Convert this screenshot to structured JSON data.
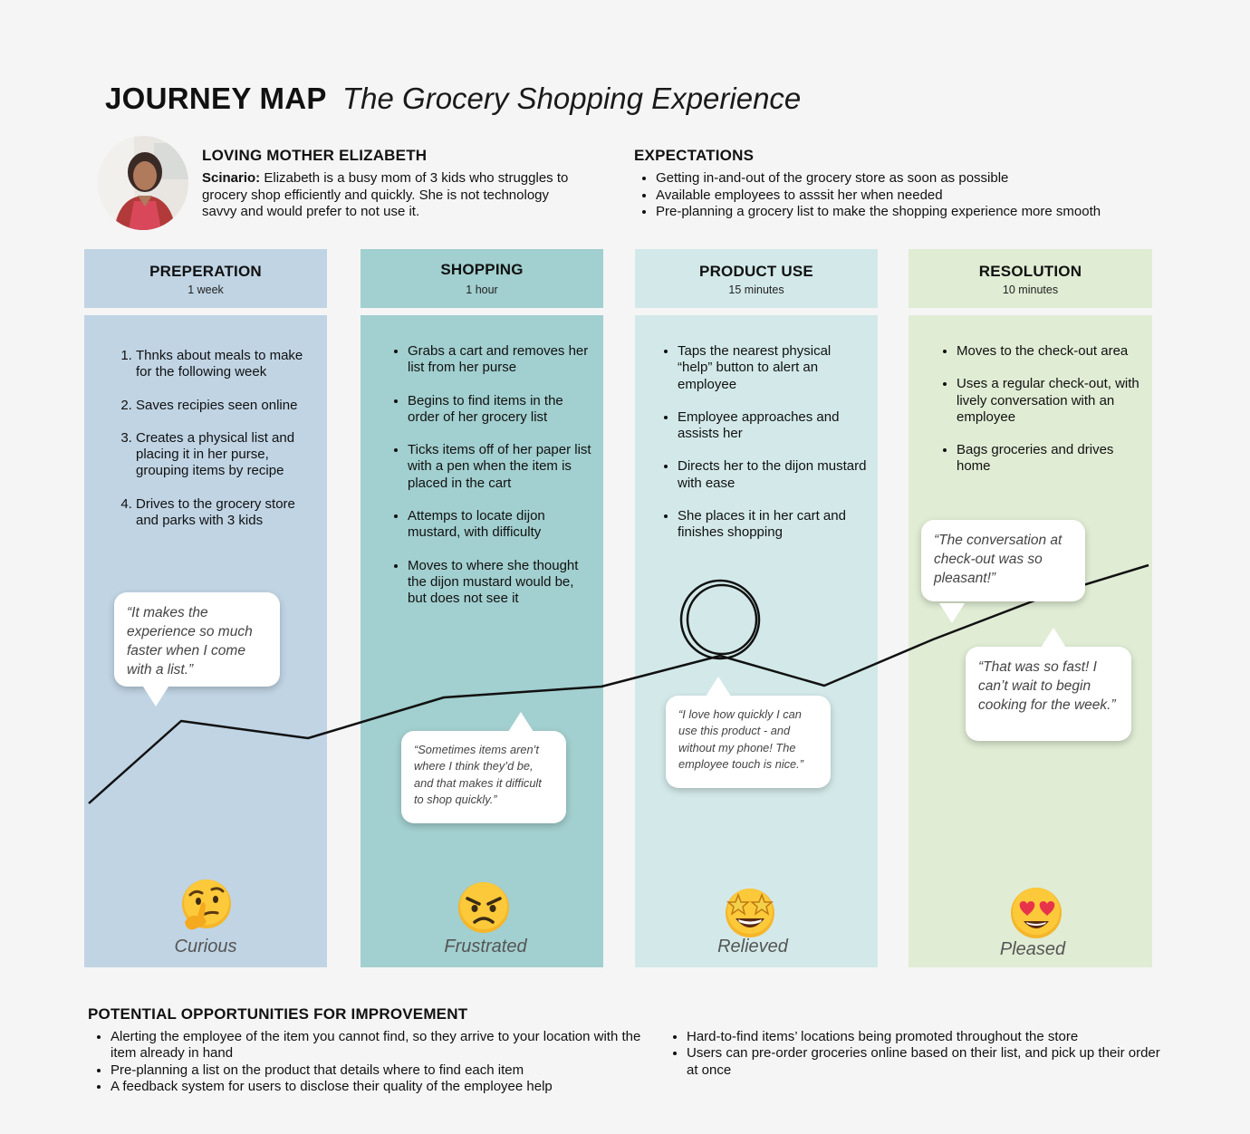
{
  "header": {
    "title_bold": "JOURNEY MAP",
    "title_italic": "The Grocery Shopping Experience"
  },
  "persona": {
    "avatar_icon": "persona-photo",
    "name": "LOVING MOTHER ELIZABETH",
    "scenario_label": "Scinario:",
    "scenario_text": " Elizabeth is a busy mom of 3 kids who struggles to grocery shop efficiently and quickly. She is not technology savvy and would prefer to not use it."
  },
  "expectations": {
    "title": "EXPECTATIONS",
    "items": [
      "Getting in-and-out of the grocery store as soon as possible",
      "Available employees to asssit her when needed",
      "Pre-planning a grocery list to make the shopping experience more smooth"
    ]
  },
  "colors": {
    "preperation": "#c0d4e4",
    "shopping": "#a2cfcf",
    "product_use": "#d3e9e9",
    "resolution": "#e0ecd4",
    "line": "#111111"
  },
  "phases": [
    {
      "name": "PREPERATION",
      "duration": "1 week",
      "list_type": "ordered",
      "steps": [
        "Thnks about meals to make for the following week",
        "Saves recipies seen online",
        "Creates a physical list and placing it in her purse, grouping items by recipe",
        "Drives to the grocery store and parks with 3 kids"
      ],
      "quote": "“It makes the experience so much faster when I come with a list.”",
      "emoji": "thinking-face-icon",
      "emotion": "Curious"
    },
    {
      "name": "SHOPPING",
      "duration": "1 hour",
      "list_type": "bullet",
      "steps": [
        "Grabs a cart and removes her list from her purse",
        "Begins to find items in the order of her grocery list",
        "Ticks items off of her paper list with a pen when the item is placed in the cart",
        "Attemps to locate dijon mustard, with difficulty",
        "Moves to where she thought the dijon mustard would be, but does not see it"
      ],
      "quote": "“Sometimes items aren’t where I think they’d be, and that makes it difficult to shop quickly.”",
      "emoji": "angry-face-icon",
      "emotion": "Frustrated"
    },
    {
      "name": "PRODUCT USE",
      "duration": "15 minutes",
      "list_type": "bullet",
      "steps": [
        "Taps the nearest physical “help” button to alert an employee",
        "Employee approaches and assists her",
        "Directs her to the dijon mustard with ease",
        "She places it in her cart and finishes shopping"
      ],
      "quote": "“I love how quickly I can use this product - and without my phone! The employee touch is nice.”",
      "emoji": "star-struck-face-icon",
      "emotion": "Relieved"
    },
    {
      "name": "RESOLUTION",
      "duration": "10 minutes",
      "list_type": "bullet",
      "steps": [
        "Moves to the check-out area",
        "Uses a regular check-out, with lively conversation with an employee",
        "Bags groceries and drives home"
      ],
      "quotes": [
        "“The conversation at check-out was so pleasant!”",
        "“That was so fast! I can’t wait to begin cooking for the week.”"
      ],
      "emoji": "heart-eyes-face-icon",
      "emotion": "Pleased"
    }
  ],
  "opportunities": {
    "title": "POTENTIAL OPPORTUNITIES FOR IMPROVEMENT",
    "left": [
      "Alerting the employee of the item you cannot find, so they arrive to your location with the item already in hand",
      "Pre-planning a list on the product that details where to find each item",
      "A feedback system for users to disclose their quality of the employee help"
    ],
    "right": [
      "Hard-to-find items’ locations being promoted throughout the store",
      "Users can pre-order groceries online based on their list, and pick up their order at once"
    ]
  }
}
